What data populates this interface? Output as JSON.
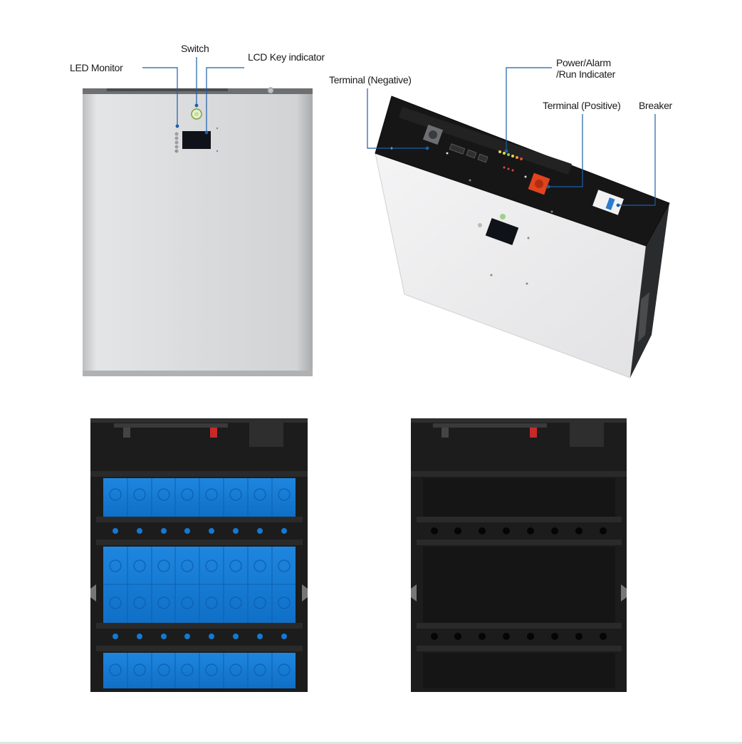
{
  "labels": {
    "led_monitor": "LED Monitor",
    "switch": "Switch",
    "lcd_key_indicator": "LCD Key indicator",
    "terminal_negative": "Terminal (Negative)",
    "power_alarm_run": "Power/Alarm\n/Run Indicater",
    "terminal_positive": "Terminal (Positive)",
    "breaker": "Breaker"
  },
  "colors": {
    "leader_line": "#1a5fa8",
    "cell_blue": "#1479d4",
    "frame_black": "#1c1c1c",
    "casing_silver": "#d9dadc",
    "terminal_red": "#e0431e"
  },
  "views": [
    "front-view",
    "top-perspective-view",
    "interior-with-cells",
    "interior-empty-frame"
  ]
}
